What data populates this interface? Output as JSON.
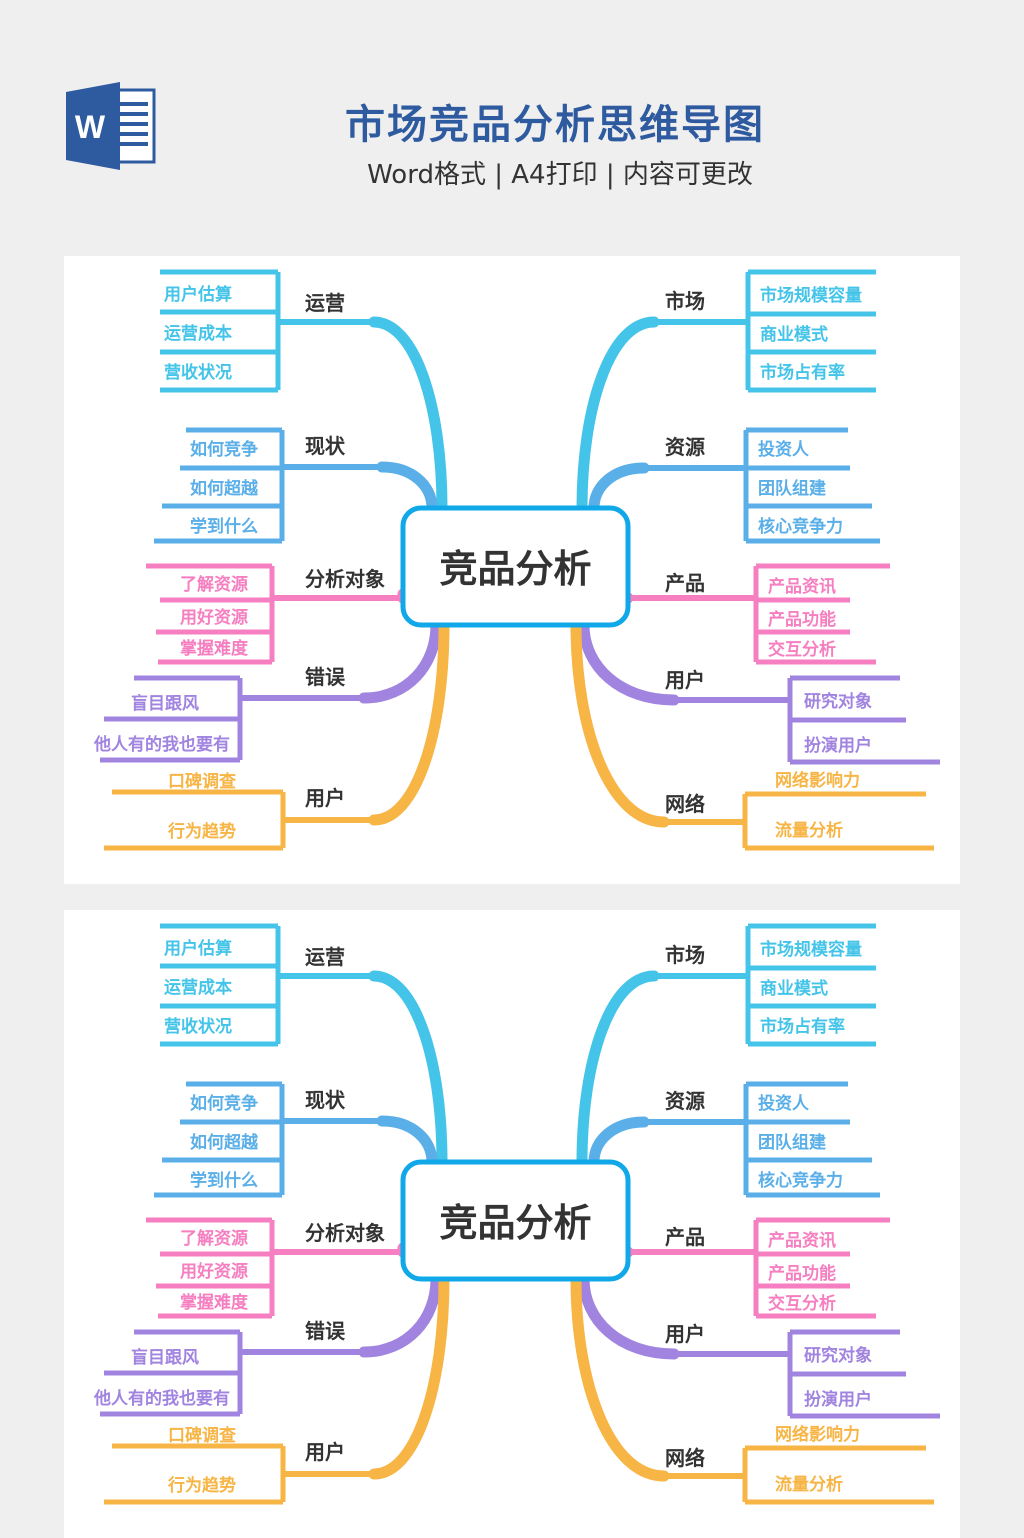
{
  "header": {
    "logo_letter": "W",
    "title": "市场竞品分析思维导图",
    "subtitle": "Word格式 | A4打印 | 内容可更改"
  },
  "colors": {
    "title": "#2e5aa0",
    "center_border": "#10a8e8",
    "cyan": "#44c4e8",
    "blue": "#5aafe8",
    "pink": "#f57fc0",
    "purple": "#a184e0",
    "orange": "#f7b545"
  },
  "mindmaps": [
    {
      "center": "竞品分析",
      "left": [
        {
          "label": "运营",
          "color": "#44c4e8",
          "children": [
            "用户估算",
            "运营成本",
            "营收状况"
          ]
        },
        {
          "label": "现状",
          "color": "#5aafe8",
          "children": [
            "如何竞争",
            "如何超越",
            "学到什么"
          ]
        },
        {
          "label": "分析对象",
          "color": "#f57fc0",
          "children": [
            "了解资源",
            "用好资源",
            "掌握难度"
          ]
        },
        {
          "label": "错误",
          "color": "#a184e0",
          "children": [
            "盲目跟风",
            "他人有的我也要有"
          ]
        },
        {
          "label": "用户",
          "color": "#f7b545",
          "children": [
            "口碑调查",
            "行为趋势"
          ]
        }
      ],
      "right": [
        {
          "label": "市场",
          "color": "#44c4e8",
          "children": [
            "市场规模容量",
            "商业模式",
            "市场占有率"
          ]
        },
        {
          "label": "资源",
          "color": "#5aafe8",
          "children": [
            "投资人",
            "团队组建",
            "核心竞争力"
          ]
        },
        {
          "label": "产品",
          "color": "#f57fc0",
          "children": [
            "产品资讯",
            "产品功能",
            "交互分析"
          ]
        },
        {
          "label": "用户",
          "color": "#a184e0",
          "children": [
            "研究对象",
            "扮演用户"
          ]
        },
        {
          "label": "网络",
          "color": "#f7b545",
          "children": [
            "网络影响力",
            "流量分析"
          ]
        }
      ]
    },
    {
      "center": "竞品分析",
      "left": [
        {
          "label": "运营",
          "color": "#44c4e8",
          "children": [
            "用户估算",
            "运营成本",
            "营收状况"
          ]
        },
        {
          "label": "现状",
          "color": "#5aafe8",
          "children": [
            "如何竞争",
            "如何超越",
            "学到什么"
          ]
        },
        {
          "label": "分析对象",
          "color": "#f57fc0",
          "children": [
            "了解资源",
            "用好资源",
            "掌握难度"
          ]
        },
        {
          "label": "错误",
          "color": "#a184e0",
          "children": [
            "盲目跟风",
            "他人有的我也要有"
          ]
        },
        {
          "label": "用户",
          "color": "#f7b545",
          "children": [
            "口碑调查",
            "行为趋势"
          ]
        }
      ],
      "right": [
        {
          "label": "市场",
          "color": "#44c4e8",
          "children": [
            "市场规模容量",
            "商业模式",
            "市场占有率"
          ]
        },
        {
          "label": "资源",
          "color": "#5aafe8",
          "children": [
            "投资人",
            "团队组建",
            "核心竞争力"
          ]
        },
        {
          "label": "产品",
          "color": "#f57fc0",
          "children": [
            "产品资讯",
            "产品功能",
            "交互分析"
          ]
        },
        {
          "label": "用户",
          "color": "#a184e0",
          "children": [
            "研究对象",
            "扮演用户"
          ]
        },
        {
          "label": "网络",
          "color": "#f7b545",
          "children": [
            "网络影响力",
            "流量分析"
          ]
        }
      ]
    }
  ]
}
